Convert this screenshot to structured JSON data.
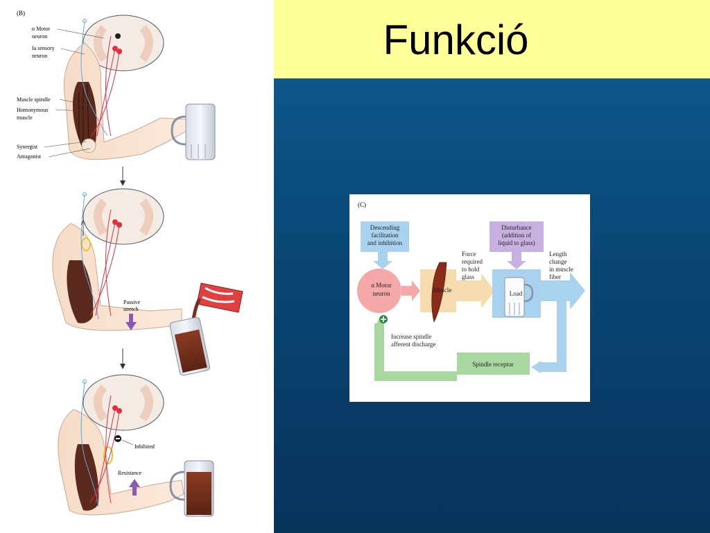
{
  "slide": {
    "title": "Funkció",
    "colors": {
      "title_band": "#ffff99",
      "background": "#0a4a78"
    }
  },
  "figure_b": {
    "panel_label": "(B)",
    "labels": {
      "alpha_motor": "α Motor",
      "neuron": "neuron",
      "ia_sensory": "Ia sensory",
      "ia_neuron": "neuron",
      "muscle_spindle": "Muscle spindle",
      "homonymous": "Homonymous",
      "homonymous_2": "muscle",
      "synergist": "Synergist",
      "antagonist": "Antagonist",
      "passive": "Passive",
      "stretch": "stretch",
      "inhibited": "Inhibited",
      "resistance": "Resistance"
    }
  },
  "figure_c": {
    "panel_label": "(C)",
    "descending": [
      "Descending",
      "facilitation",
      "and inhibition"
    ],
    "disturbance": [
      "Disturbance",
      "(addition of",
      "liquid to glass)"
    ],
    "force": [
      "Force",
      "required",
      "to hold",
      "glass"
    ],
    "length": [
      "Length",
      "change",
      "in muscle",
      "fiber"
    ],
    "motor": [
      "α Motor",
      "neuron"
    ],
    "muscle": "Muscle",
    "load": "Load",
    "increase": [
      "Increase spindle",
      "afferent discharge"
    ],
    "spindle_receptor": "Spindle receptor"
  }
}
